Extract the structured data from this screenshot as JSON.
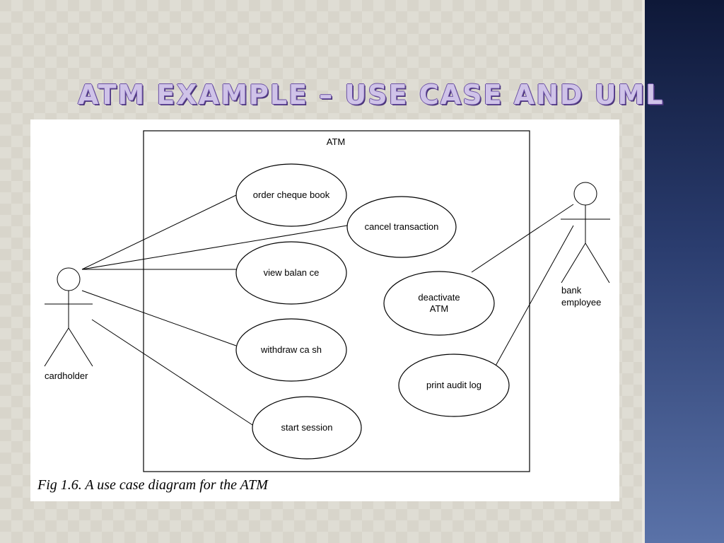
{
  "slide": {
    "title": "ATM Example – Use Case and UML"
  },
  "diagram": {
    "system_label": "ATM",
    "use_cases": [
      {
        "id": "order",
        "label": "order cheque book"
      },
      {
        "id": "cancel",
        "label": "cancel transaction"
      },
      {
        "id": "view",
        "label": "view balan ce"
      },
      {
        "id": "withdraw",
        "label": "withdraw ca sh"
      },
      {
        "id": "start",
        "label": "start session"
      },
      {
        "id": "deactivate",
        "label_line1": "deactivate",
        "label_line2": "ATM"
      },
      {
        "id": "print",
        "label": "print audit log"
      }
    ],
    "actors": {
      "cardholder": "cardholder",
      "bank_line1": "bank",
      "bank_line2": "employee"
    },
    "caption": "Fig 1.6. A use case diagram for the ATM"
  }
}
